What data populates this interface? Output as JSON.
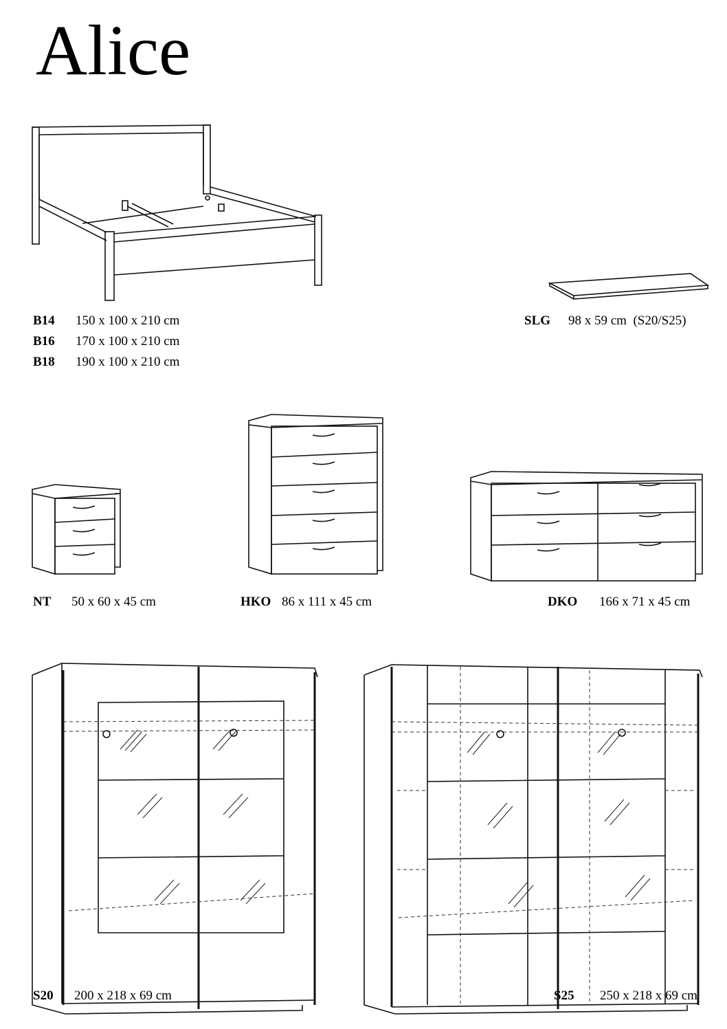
{
  "title": "Alice",
  "items": {
    "b14": {
      "code": "B14",
      "dims": "150 x 100 x 210 cm"
    },
    "b16": {
      "code": "B16",
      "dims": "170 x 100 x 210 cm"
    },
    "b18": {
      "code": "B18",
      "dims": "190 x 100 x 210 cm"
    },
    "slg": {
      "code": "SLG",
      "dims": "98 x 59 cm  (S20/S25)"
    },
    "nt": {
      "code": "NT",
      "dims": "50 x 60 x 45 cm"
    },
    "hko": {
      "code": "HKO",
      "dims": "86 x 111 x 45 cm"
    },
    "dko": {
      "code": "DKO",
      "dims": "166 x 71 x 45 cm"
    },
    "s20": {
      "code": "S20",
      "dims": "200 x 218 x 69 cm"
    },
    "s25": {
      "code": "S25",
      "dims": "250 x 218 x 69 cm"
    }
  }
}
